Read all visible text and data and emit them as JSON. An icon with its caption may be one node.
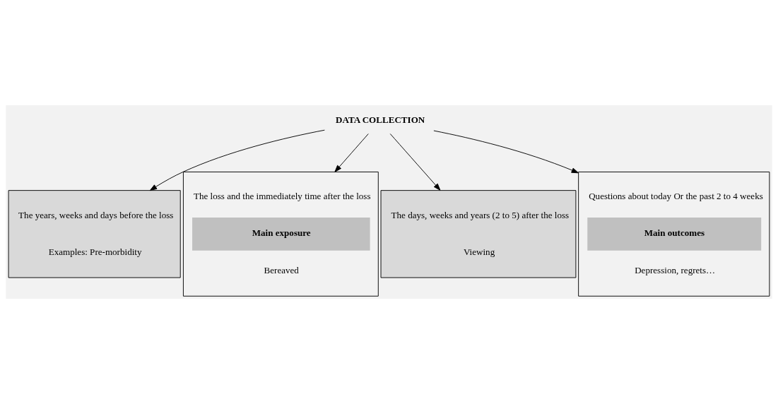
{
  "diagram": {
    "nodes": [
      {
        "text": [
          "DATA COLLECTION"
        ]
      },
      {
        "text": [
          "The years, weeks and days before the loss",
          "Examples: Pre-morbidity"
        ]
      },
      {
        "text": [
          "The loss and the immediately time after the loss",
          "Main exposure",
          "Bereaved"
        ]
      },
      {
        "text": [
          "The days, weeks and years (2 to 5) after the loss",
          "Viewing"
        ]
      },
      {
        "text": [
          "Questions about today Or the past 2 to 4 weeks",
          "Main outcomes",
          "Depression, regrets…"
        ]
      }
    ],
    "edges": [
      {
        "from": 0,
        "to": 1,
        "arrow": "to"
      },
      {
        "from": 0,
        "to": 2,
        "arrow": "to"
      },
      {
        "from": 0,
        "to": 3,
        "arrow": "to"
      },
      {
        "from": 0,
        "to": 4,
        "arrow": "to"
      }
    ]
  }
}
